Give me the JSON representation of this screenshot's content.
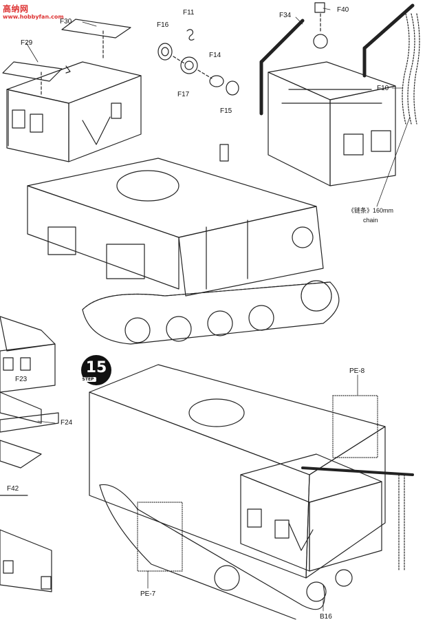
{
  "watermark": {
    "text": "高纳网",
    "sub": "www.hobbyfan.com"
  },
  "step": {
    "number": "15",
    "word": "STEP"
  },
  "parts": {
    "f30": "F30",
    "f29": "F29",
    "f11": "F11",
    "f16": "F16",
    "f17": "F17",
    "f14": "F14",
    "f15": "F15",
    "f34": "F34",
    "f40": "F40",
    "f10": "F10",
    "f23": "F23",
    "f24": "F24",
    "f42": "F42",
    "pe8": "PE-8",
    "pe7": "PE-7",
    "b16": "B16"
  },
  "chain_note": {
    "cn": "《链条》160mm",
    "en": "chain"
  }
}
